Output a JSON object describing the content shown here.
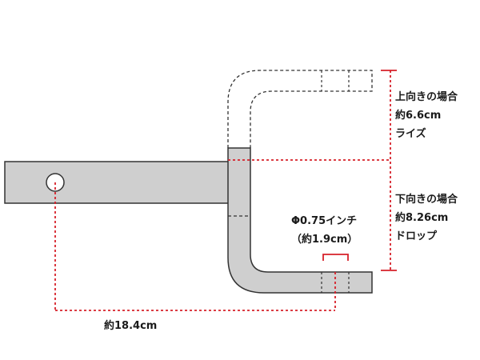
{
  "diagram": {
    "labels": {
      "rise": {
        "line1": "上向きの場合",
        "line2": "約6.6cm",
        "line3": "ライズ"
      },
      "drop": {
        "line1": "下向きの場合",
        "line2": "約8.26cm",
        "line3": "ドロップ"
      },
      "hole": {
        "line1": "Φ0.75インチ",
        "line2": "（約1.9cm）"
      },
      "length": "約18.4cm"
    },
    "colors": {
      "part_fill": "#cfcfcf",
      "outline": "#333333",
      "dimension": "#d6202a"
    }
  }
}
